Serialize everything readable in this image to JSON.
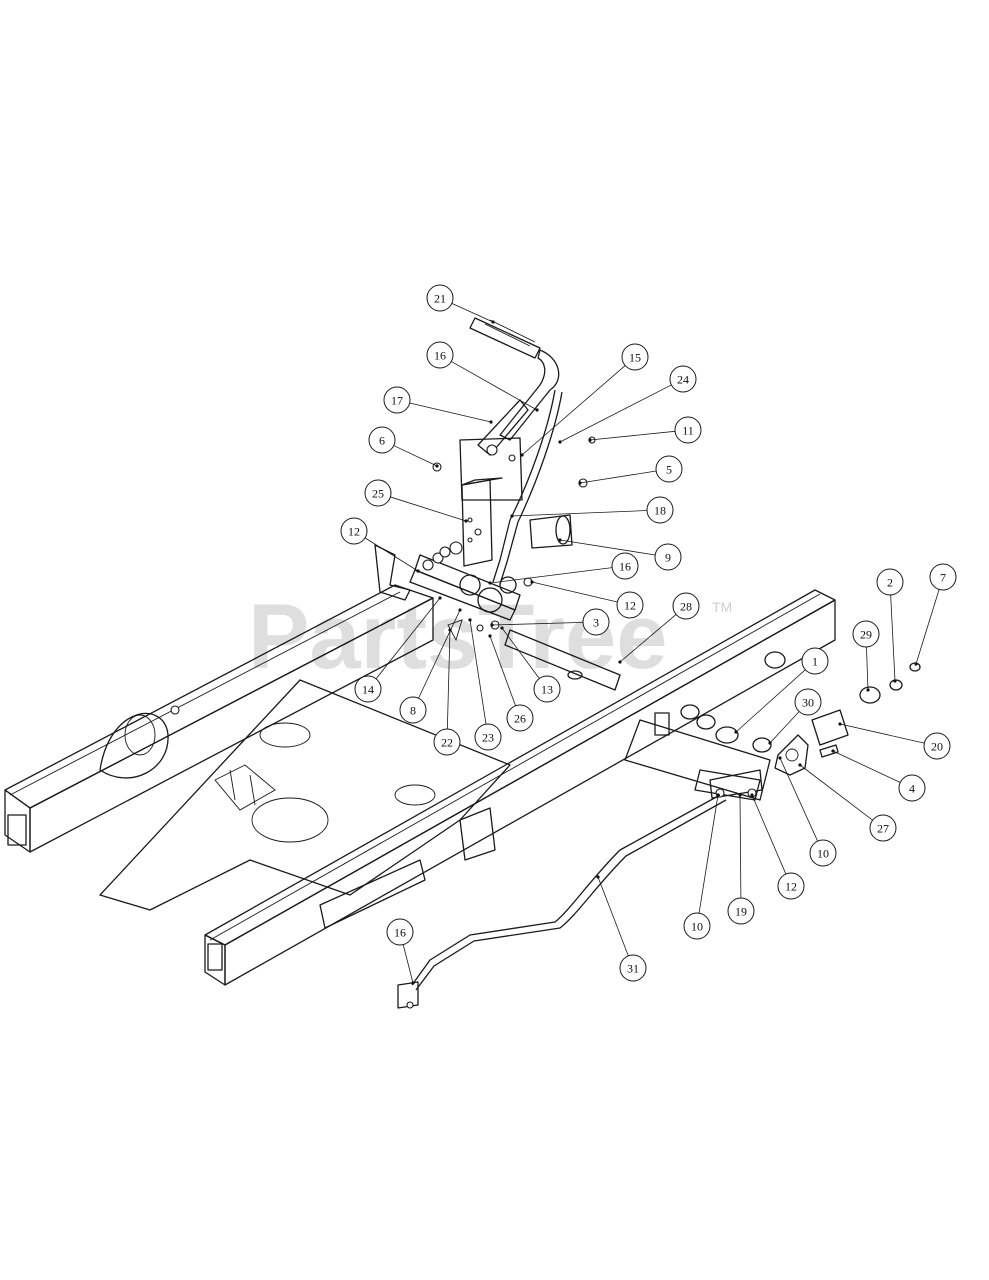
{
  "watermark": {
    "text": "PartsTree",
    "trademark": "TM"
  },
  "callouts": [
    {
      "label": "21"
    },
    {
      "label": "16"
    },
    {
      "label": "15"
    },
    {
      "label": "24"
    },
    {
      "label": "17"
    },
    {
      "label": "11"
    },
    {
      "label": "6"
    },
    {
      "label": "5"
    },
    {
      "label": "25"
    },
    {
      "label": "18"
    },
    {
      "label": "9"
    },
    {
      "label": "12"
    },
    {
      "label": "16"
    },
    {
      "label": "12"
    },
    {
      "label": "3"
    },
    {
      "label": "28"
    },
    {
      "label": "2"
    },
    {
      "label": "7"
    },
    {
      "label": "29"
    },
    {
      "label": "1"
    },
    {
      "label": "14"
    },
    {
      "label": "8"
    },
    {
      "label": "13"
    },
    {
      "label": "22"
    },
    {
      "label": "23"
    },
    {
      "label": "26"
    },
    {
      "label": "30"
    },
    {
      "label": "20"
    },
    {
      "label": "4"
    },
    {
      "label": "27"
    },
    {
      "label": "10"
    },
    {
      "label": "12"
    },
    {
      "label": "10"
    },
    {
      "label": "19"
    },
    {
      "label": "16"
    },
    {
      "label": "31"
    }
  ]
}
